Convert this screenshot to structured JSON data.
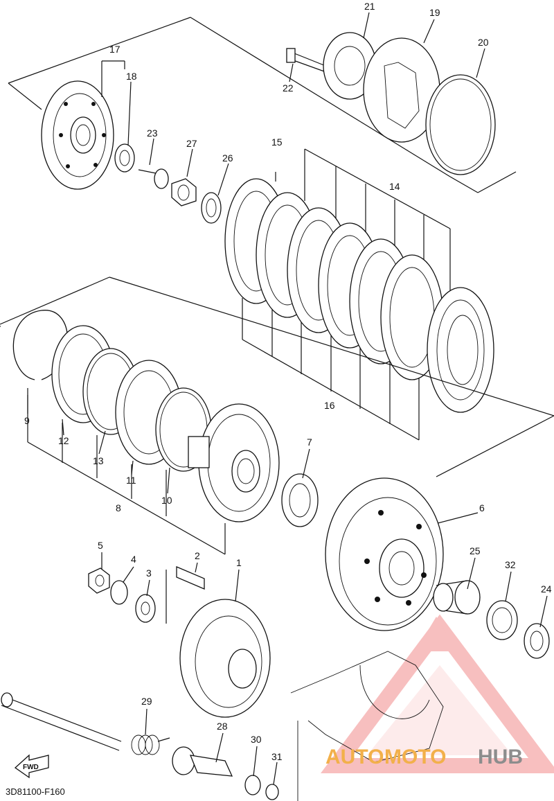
{
  "diagram": {
    "code": "3D81100-F160",
    "fwd": "FWD",
    "watermark": {
      "part1": "AUTO",
      "part2": "MOTO",
      "part3": "HUB"
    },
    "labels": {
      "p1": "1",
      "p2": "2",
      "p3": "3",
      "p4": "4",
      "p5": "5",
      "p6": "6",
      "p7": "7",
      "p8": "8",
      "p9": "9",
      "p10": "10",
      "p11": "11",
      "p12": "12",
      "p13": "13",
      "p14": "14",
      "p15": "15",
      "p16": "16",
      "p17": "17",
      "p18": "18",
      "p19": "19",
      "p20": "20",
      "p21": "21",
      "p22": "22",
      "p23": "23",
      "p24": "24",
      "p25": "25",
      "p26": "26",
      "p27": "27",
      "p28": "28",
      "p29": "29",
      "p30": "30",
      "p31": "31",
      "p32": "32"
    }
  }
}
